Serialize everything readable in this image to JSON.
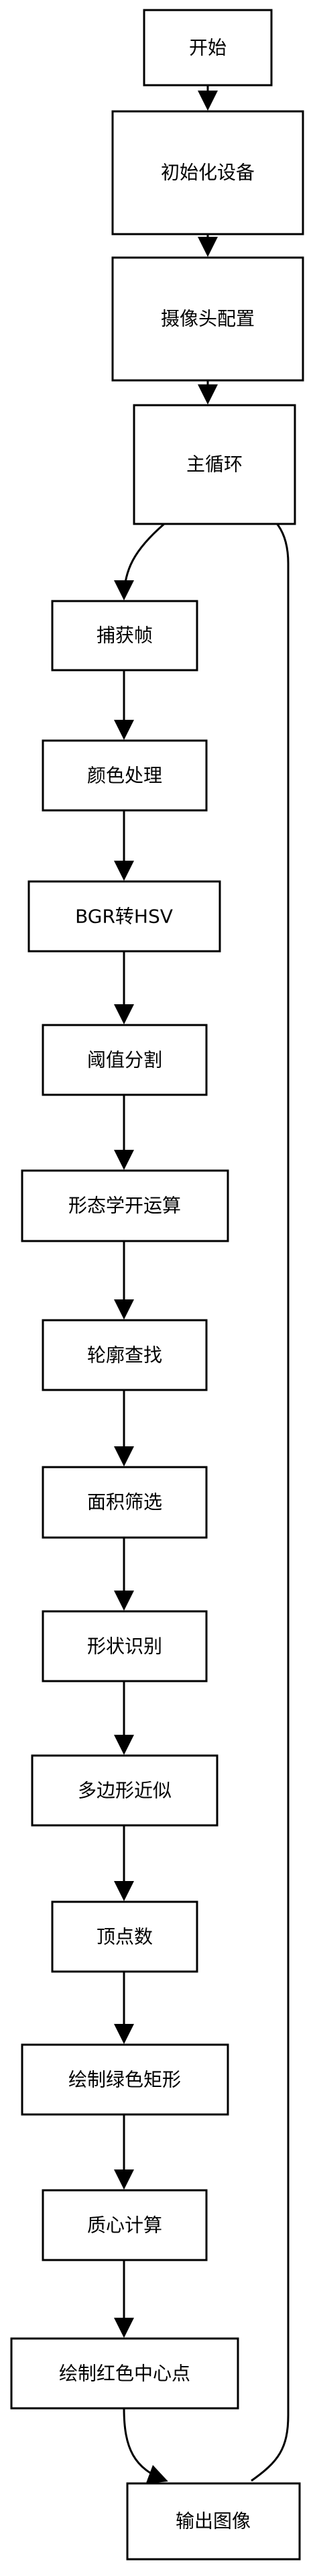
{
  "nodes": {
    "start": "开始",
    "init_device": "初始化设备",
    "camera_config": "摄像头配置",
    "main_loop": "主循环",
    "capture_frame": "捕获帧",
    "color_processing": "颜色处理",
    "bgr_to_hsv": "BGR转HSV",
    "threshold_segmentation": "阈值分割",
    "morphology": "形态学开运算",
    "contour_search": "轮廓查找",
    "area_filter": "面积筛选",
    "shape_recognition": "形状识别",
    "polygon_approx": "多边形近似",
    "vertex_count": "顶点数",
    "draw_green_rect": "绘制绿色矩形",
    "centroid_calc": "质心计算",
    "draw_red_center": "绘制红色中心点",
    "output_image": "输出图像"
  },
  "colors": {
    "stroke": "#000000",
    "fill": "#ffffff"
  }
}
